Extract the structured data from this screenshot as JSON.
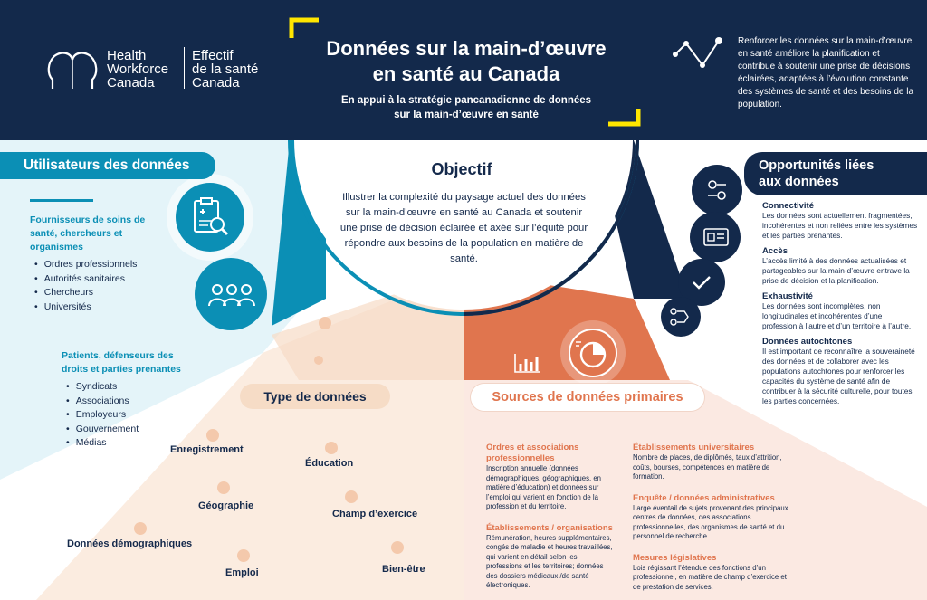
{
  "header": {
    "logo_en": [
      "Health",
      "Workforce",
      "Canada"
    ],
    "logo_fr": [
      "Effectif",
      "de la santé",
      "Canada"
    ],
    "title_line1": "Données sur la main-d’œuvre",
    "title_line2": "en santé au Canada",
    "subtitle_line1": "En appui à la stratégie pancanadienne de données",
    "subtitle_line2": "sur la main-d’œuvre en santé",
    "note": "Renforcer les données sur la main-d’œuvre en santé améliore la planification et contribue à soutenir une prise de décisions éclairées, adaptées à l’évolution constante des systèmes de santé et des besoins de la population."
  },
  "users": {
    "title": "Utilisateurs des données",
    "group1_title": "Fournisseurs de soins de santé, chercheurs et organismes",
    "group1_items": [
      "Ordres professionnels",
      "Autorités sanitaires",
      "Chercheurs",
      "Universités"
    ],
    "group2_title": "Patients, défenseurs des droits et parties prenantes",
    "group2_items": [
      "Syndicats",
      "Associations",
      "Employeurs",
      "Gouvernement",
      "Médias"
    ]
  },
  "objective": {
    "title": "Objectif",
    "text": "Illustrer la complexité du paysage actuel des données sur la main-d’œuvre en santé au Canada et soutenir une prise de décision éclairée et axée sur l’équité pour répondre aux besoins de la population en matière de santé."
  },
  "opportunities": {
    "title_line1": "Opportunités liées",
    "title_line2": "aux données",
    "items": [
      {
        "heading": "Connectivité",
        "text": "Les données sont actuellement fragmentées, incohérentes et non reliées entre les systèmes et les parties prenantes."
      },
      {
        "heading": "Accès",
        "text": "L’accès limité à des données actualisées et partageables sur la main-d’œuvre entrave la prise de décision et la planification."
      },
      {
        "heading": "Exhaustivité",
        "text": "Les données sont incomplètes, non longitudinales et incohérentes d’une profession à l’autre et d’un territoire à l’autre."
      },
      {
        "heading": "Données autochtones",
        "text": "Il est important de reconnaître la souveraineté des données et de collaborer avec les populations autochtones pour renforcer les capacités du système de santé afin de contribuer à la sécurité culturelle, pour toutes les parties concernées."
      }
    ]
  },
  "types": {
    "title": "Type de données",
    "items": [
      "Enregistrement",
      "Éducation",
      "Géographie",
      "Champ d’exercice",
      "Données démographiques",
      "Emploi",
      "Bien-être"
    ]
  },
  "sources": {
    "title": "Sources de données primaires",
    "items": [
      {
        "heading": "Ordres et associations professionnelles",
        "text": "Inscription annuelle (données démographiques, géographiques, en matière d’éducation) et données sur l’emploi qui varient en fonction de la profession et du territoire."
      },
      {
        "heading": "Établissements / organisations",
        "text": "Rémunération, heures supplémentaires, congés de maladie et heures travaillées, qui varient en détail selon les professions et les territoires; données des dossiers médicaux /de santé électroniques."
      },
      {
        "heading": "Établissements universitaires",
        "text": "Nombre de places, de diplômés, taux d’attrition, coûts, bourses, compétences en matière de formation."
      },
      {
        "heading": "Enquête / données administratives",
        "text": "Large éventail de sujets provenant des principaux centres de données, des associations professionnelles, des organismes de santé et du personnel de recherche."
      },
      {
        "heading": "Mesures législatives",
        "text": "Lois régissant l’étendue des fonctions d’un professionnel, en matière de champ d’exercice et de prestation de services."
      }
    ]
  },
  "colors": {
    "navy": "#13294b",
    "teal": "#0b8fb5",
    "orange": "#e0754e",
    "peach": "#f6dcc6",
    "yellow": "#ffe600"
  }
}
